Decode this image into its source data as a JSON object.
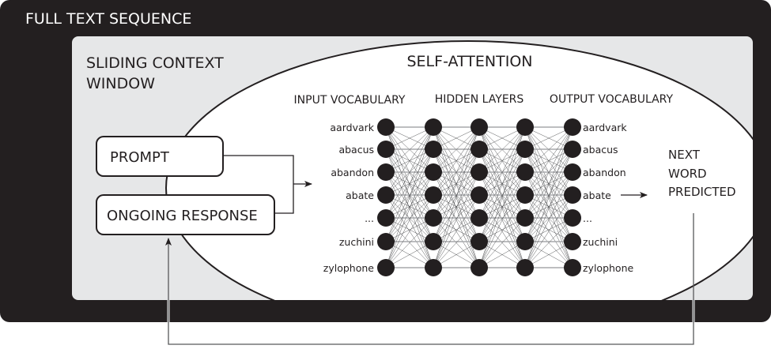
{
  "outer": {
    "title": "FULL TEXT SEQUENCE"
  },
  "context": {
    "title_line1": "SLIDING CONTEXT",
    "title_line2": "WINDOW"
  },
  "attention": {
    "title": "SELF-ATTENTION",
    "input_header": "INPUT VOCABULARY",
    "hidden_header": "HIDDEN LAYERS",
    "output_header": "OUTPUT VOCABULARY",
    "input_words": [
      "aardvark",
      "abacus",
      "abandon",
      "abate",
      "...",
      "zuchini",
      "zylophone"
    ],
    "output_words": [
      "aardvark",
      "abacus",
      "abandon",
      "abate",
      "...",
      "zuchini",
      "zylophone"
    ],
    "hidden_layer_count": 3,
    "nodes_per_layer": 7,
    "predicted_word_index": 3
  },
  "inputs": {
    "prompt": "PROMPT",
    "response": "ONGOING RESPONSE"
  },
  "prediction": {
    "line1": "NEXT",
    "line2": "WORD",
    "line3": "PREDICTED"
  },
  "colors": {
    "dark": "#231f20",
    "panel": "#e6e7e8",
    "white": "#ffffff",
    "edge": "#6d6e71"
  }
}
